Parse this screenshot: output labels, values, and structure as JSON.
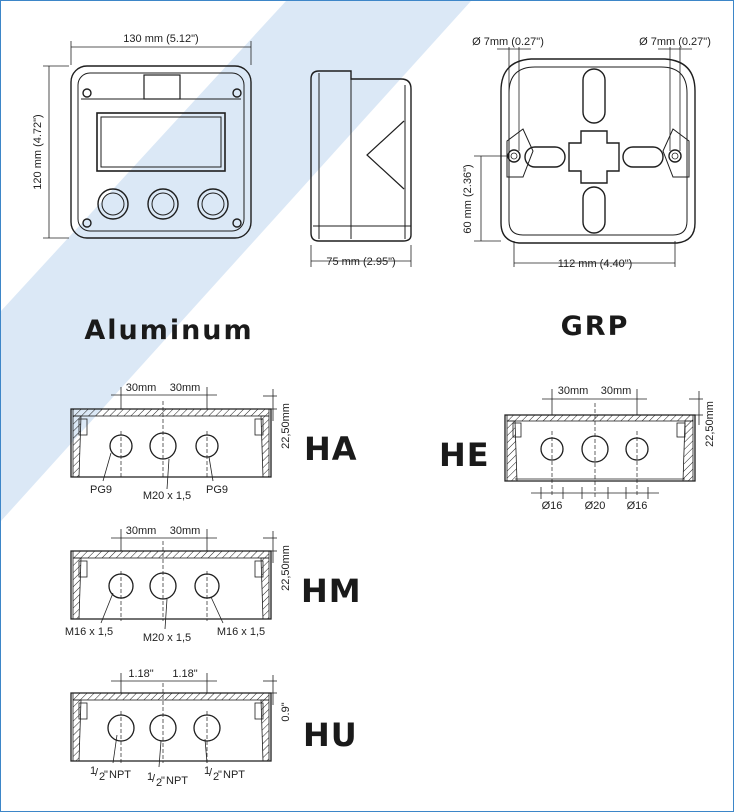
{
  "colors": {
    "band": "#dbe8f6",
    "frame": "#3d86c8",
    "ink": "#1e1e1e"
  },
  "top": {
    "aluminum": {
      "width": "130 mm (5.12\")",
      "height": "120 mm (4.72\")",
      "depth": "75 mm (2.95\")",
      "label": "Aluminum"
    },
    "grp": {
      "hole_left": "Ø 7mm (0.27\")",
      "hole_right": "Ø 7mm (0.27\")",
      "height": "60 mm (2.36\")",
      "width": "112 mm (4.40\")",
      "label": "GRP"
    }
  },
  "sections": {
    "ha": {
      "label": "HA",
      "spacing_a": "30mm",
      "spacing_b": "30mm",
      "depth": "22,50mm",
      "hole_left": "PG9",
      "hole_mid": "M20 x 1,5",
      "hole_right": "PG9"
    },
    "hm": {
      "label": "HM",
      "spacing_a": "30mm",
      "spacing_b": "30mm",
      "depth": "22,50mm",
      "hole_left": "M16 x 1,5",
      "hole_mid": "M20 x 1,5",
      "hole_right": "M16 x 1,5"
    },
    "hu": {
      "label": "HU",
      "spacing_a": "1.18\"",
      "spacing_b": "1.18\"",
      "depth": "0.9\"",
      "hole_left": "NPT",
      "hole_mid": "NPT",
      "hole_right": "NPT",
      "fraction_num": "1",
      "fraction_den": "2",
      "fraction_tick": "\""
    },
    "he": {
      "label": "HE",
      "spacing_a": "30mm",
      "spacing_b": "30mm",
      "depth": "22,50mm",
      "hole_left": "Ø16",
      "hole_mid": "Ø20",
      "hole_right": "Ø16"
    }
  }
}
